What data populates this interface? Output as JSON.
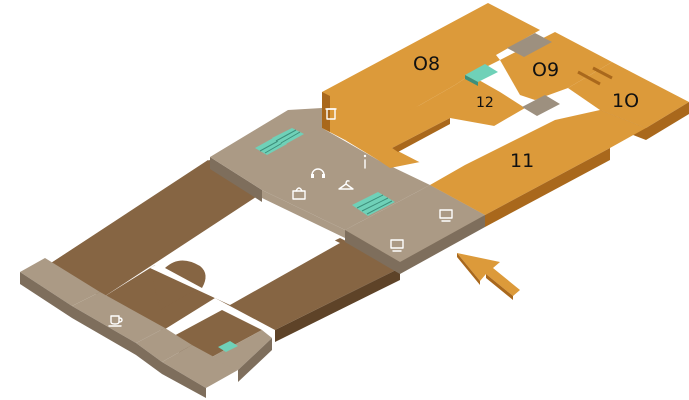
{
  "map": {
    "rooms": [
      {
        "id": "08",
        "label": "O8"
      },
      {
        "id": "09",
        "label": "O9"
      },
      {
        "id": "10",
        "label": "1O"
      },
      {
        "id": "11",
        "label": "11"
      },
      {
        "id": "12",
        "label": "12"
      }
    ],
    "colors": {
      "highlight_top": "#dc9a3a",
      "highlight_side": "#a9681c",
      "corridor_top": "#ab9a85",
      "corridor_side": "#7e6e5c",
      "floor_top": "#866543",
      "floor_side": "#5e4328",
      "stairs": "#6fd1b8",
      "stairs_dark": "#3d8f7b",
      "dark_pad": "#9d907f",
      "arrow": "#dc9a3a"
    },
    "icons": [
      "trash-icon",
      "info-icon",
      "headphones-icon",
      "hanger-icon",
      "shop-bag-icon",
      "monitor-icon",
      "monitor-icon",
      "coffee-icon",
      "stairs-icon"
    ],
    "entrance_arrow": "entrance-arrow"
  }
}
